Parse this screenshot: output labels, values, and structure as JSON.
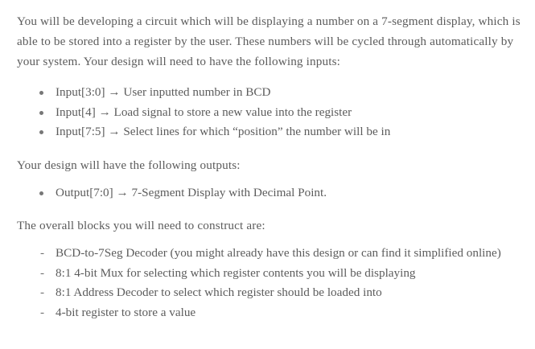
{
  "document": {
    "intro_paragraph": "You will be developing a circuit which will be displaying a number on a 7-segment display, which is able to be stored into a register by the user. These numbers will be cycled through automatically by your system. Your design will need to have the following inputs:",
    "inputs_list": [
      "Input[3:0] → User inputted number in BCD",
      "Input[4] → Load signal to store a new value into the register",
      "Input[7:5] → Select lines for which “position” the number will be in"
    ],
    "outputs_heading": "Your design will have the following outputs:",
    "outputs_list": [
      "Output[7:0] → 7-Segment Display with Decimal Point."
    ],
    "blocks_heading": "The overall blocks you will need to construct are:",
    "blocks_list": [
      "BCD-to-7Seg Decoder (you might already have this design or can find it simplified online)",
      "8:1 4-bit Mux for selecting which register contents you will be displaying",
      "8:1 Address Decoder to select which register should be loaded into",
      "4-bit register to store a value"
    ],
    "markers": {
      "dash": "-"
    },
    "colors": {
      "text": "#5c5c5c",
      "background": "#ffffff",
      "bullet": "#777777"
    }
  }
}
